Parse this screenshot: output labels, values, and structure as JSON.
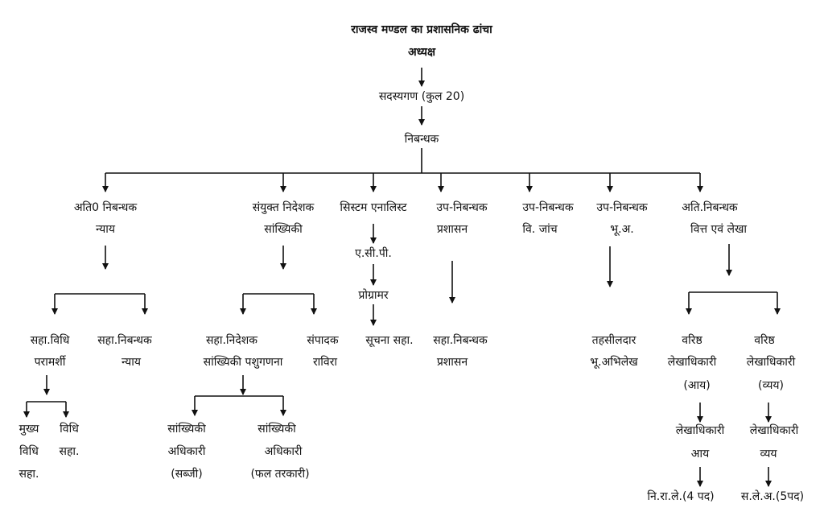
{
  "title": "राजस्व मण्डल का प्रशासनिक ढांचा",
  "chairman": "अध्यक्ष",
  "members": "सदस्यगण (कुल 20)",
  "registrar": "निबन्धक",
  "branches": {
    "addl_registrar_justice": {
      "line1": "अति0 निबन्धक",
      "line2": "न्याय"
    },
    "jd_stats": {
      "line1": "संयुक्त निदेशक",
      "line2": "सांख्यिकी"
    },
    "system_analyst": "सिस्टम एनालिस्ट",
    "dy_registrar_admin": {
      "line1": "उप-निबन्धक",
      "line2": "प्रशासन"
    },
    "dy_registrar_vig": {
      "line1": "उप-निबन्धक",
      "line2": "वि. जांच"
    },
    "dy_registrar_land": {
      "line1": "उप-निबन्धक",
      "line2": "भू.अ."
    },
    "addl_registrar_finance": {
      "line1": "अति.निबन्धक",
      "line2": "वित्त एवं लेखा"
    }
  },
  "justice": {
    "asst_legal": {
      "line1": "सहा.विधि",
      "line2": "परामर्शी"
    },
    "asst_registrar": {
      "line1": "सहा.निबन्धक",
      "line2": "न्याय"
    },
    "chief_legal": {
      "line1": "मुख्य",
      "line2": "विधि",
      "line3": "सहा."
    },
    "legal_asst": {
      "line1": "विधि",
      "line2": "सहा."
    }
  },
  "stats": {
    "asst_director": {
      "line1": "सहा.निदेशक",
      "line2": "सांख्यिकी पशुगणना"
    },
    "editor": {
      "line1": "संपादक",
      "line2": "राविरा"
    },
    "officer_veg": {
      "line1": "सांख्यिकी",
      "line2": "अधिकारी",
      "line3": "(सब्जी)"
    },
    "officer_fruit": {
      "line1": "सांख्यिकी",
      "line2": "अधिकारी",
      "line3": "(फल तरकारी)"
    }
  },
  "system": {
    "acp": "ए.सी.पी.",
    "programmer": "प्रोग्रामर",
    "info_asst": "सूचना सहा."
  },
  "admin": {
    "asst_registrar": {
      "line1": "सहा.निबन्धक",
      "line2": "प्रशासन"
    }
  },
  "land": {
    "tehsildar": {
      "line1": "तहसीलदार",
      "line2": "भू.अभिलेख"
    }
  },
  "finance": {
    "sr_ao_income": {
      "line1": "वरिष्ठ",
      "line2": "लेखाधिकारी",
      "line3": "(आय)"
    },
    "sr_ao_exp": {
      "line1": "वरिष्ठ",
      "line2": "लेखाधिकारी",
      "line3": "(व्यय)"
    },
    "ao_income": {
      "line1": "लेखाधिकारी",
      "line2": "आय"
    },
    "ao_exp": {
      "line1": "लेखाधिकारी",
      "line2": "व्यय"
    },
    "nrl": "नि.रा.ले.(4 पद)",
    "sla": "स.ले.अ.(5पद)"
  }
}
